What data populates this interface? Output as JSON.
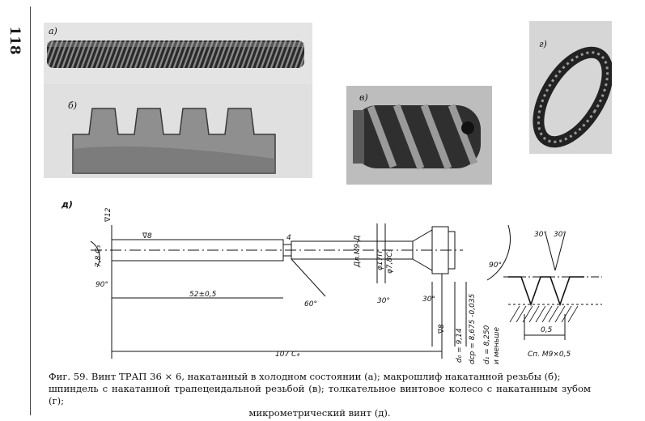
{
  "page_number": "118",
  "photos": {
    "a": {
      "tag": "а)"
    },
    "b": {
      "tag": "б)"
    },
    "v": {
      "tag": "в)"
    },
    "g": {
      "tag": "г)"
    }
  },
  "drawing": {
    "tag": "д)",
    "dims": {
      "v12": "∇12",
      "v8_top": "∇8",
      "v8_bottom": "∇8",
      "dia_left": "7,8 С₃",
      "angle_90_left": "90°",
      "len_52": "52±0,5",
      "angle_60": "60°",
      "len_107": "107 С₄",
      "chamfer_4": "4",
      "thread_dm9": "Дл.М9-Д",
      "dia_17": "φ17П",
      "dia_78": "φ7,8С₃",
      "angle_30_a": "30°",
      "angle_30_b": "30°",
      "angle_90_right": "90°",
      "d0": "d₀ = 9,14",
      "dcp": "dср = 8,675 -0,035",
      "d1": "d₁ = 8,250",
      "d1_note": "и меньше",
      "profile_30a": "30°",
      "profile_30b": "30°",
      "pitch_05": "0,5",
      "thread_note": "Сп. М9×0,5"
    }
  },
  "caption": {
    "line1": "Фиг. 59. Винт ТРАП 36 × 6, накатанный в холодном состоянии (а); макрошлиф накатанной резьбы (б);",
    "line2": "шпиндель с накатанной трапецеидальной резьбой (в); толкательное винтовое колесо с накатанным зубом (г);",
    "line3": "микрометрический винт (д)."
  }
}
